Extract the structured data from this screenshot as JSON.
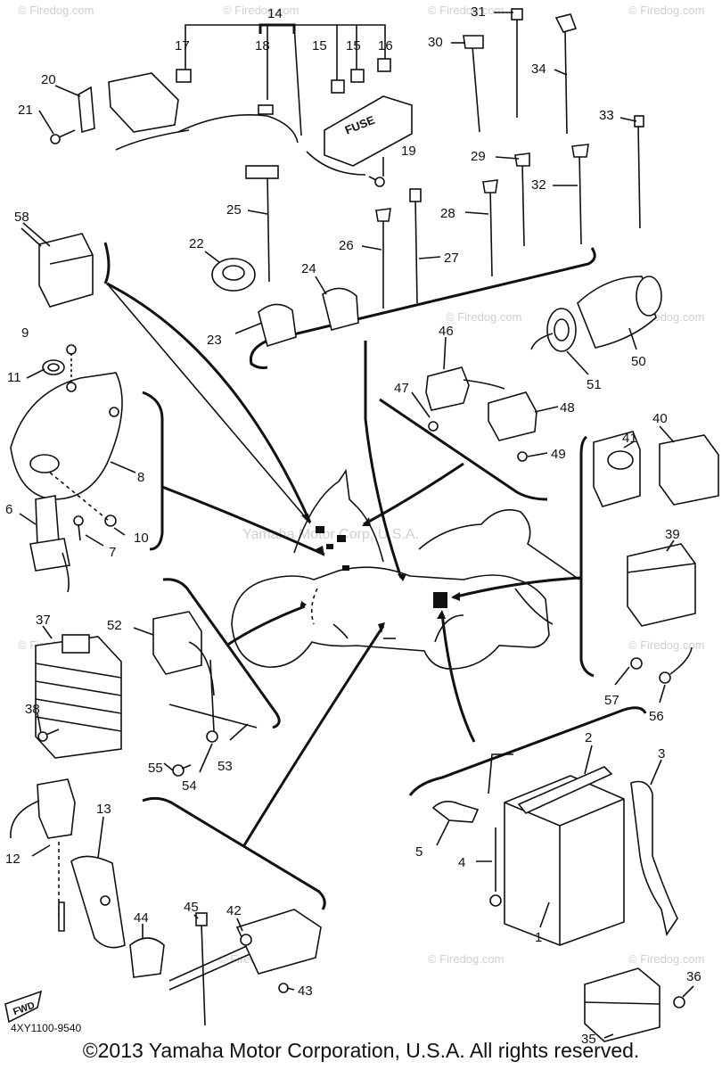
{
  "watermark": "© Firedog.com",
  "center_watermark": "Yamaha Motor Corp, U.S.A.",
  "fuse_label": "FUSE",
  "fwd_label": "FWD",
  "part_code": "4XY1100-9540",
  "copyright": "©2013 Yamaha Motor Corporation, U.S.A. All rights reserved.",
  "callouts": [
    {
      "id": "c1",
      "text": "1"
    },
    {
      "id": "c2",
      "text": "2"
    },
    {
      "id": "c3",
      "text": "3"
    },
    {
      "id": "c4",
      "text": "4"
    },
    {
      "id": "c5",
      "text": "5"
    },
    {
      "id": "c6",
      "text": "6"
    },
    {
      "id": "c7",
      "text": "7"
    },
    {
      "id": "c8",
      "text": "8"
    },
    {
      "id": "c9",
      "text": "9"
    },
    {
      "id": "c10",
      "text": "10"
    },
    {
      "id": "c11",
      "text": "11"
    },
    {
      "id": "c12",
      "text": "12"
    },
    {
      "id": "c13",
      "text": "13"
    },
    {
      "id": "c14",
      "text": "14"
    },
    {
      "id": "c15a",
      "text": "15"
    },
    {
      "id": "c15b",
      "text": "15"
    },
    {
      "id": "c16",
      "text": "16"
    },
    {
      "id": "c17",
      "text": "17"
    },
    {
      "id": "c18",
      "text": "18"
    },
    {
      "id": "c19",
      "text": "19"
    },
    {
      "id": "c20",
      "text": "20"
    },
    {
      "id": "c21",
      "text": "21"
    },
    {
      "id": "c22",
      "text": "22"
    },
    {
      "id": "c23",
      "text": "23"
    },
    {
      "id": "c24",
      "text": "24"
    },
    {
      "id": "c25",
      "text": "25"
    },
    {
      "id": "c26",
      "text": "26"
    },
    {
      "id": "c27",
      "text": "27"
    },
    {
      "id": "c28",
      "text": "28"
    },
    {
      "id": "c29",
      "text": "29"
    },
    {
      "id": "c30",
      "text": "30"
    },
    {
      "id": "c31",
      "text": "31"
    },
    {
      "id": "c32",
      "text": "32"
    },
    {
      "id": "c33",
      "text": "33"
    },
    {
      "id": "c34",
      "text": "34"
    },
    {
      "id": "c35",
      "text": "35"
    },
    {
      "id": "c36",
      "text": "36"
    },
    {
      "id": "c37",
      "text": "37"
    },
    {
      "id": "c38",
      "text": "38"
    },
    {
      "id": "c39",
      "text": "39"
    },
    {
      "id": "c40",
      "text": "40"
    },
    {
      "id": "c41",
      "text": "41"
    },
    {
      "id": "c42",
      "text": "42"
    },
    {
      "id": "c43",
      "text": "43"
    },
    {
      "id": "c44",
      "text": "44"
    },
    {
      "id": "c45",
      "text": "45"
    },
    {
      "id": "c46",
      "text": "46"
    },
    {
      "id": "c47",
      "text": "47"
    },
    {
      "id": "c48",
      "text": "48"
    },
    {
      "id": "c49",
      "text": "49"
    },
    {
      "id": "c50",
      "text": "50"
    },
    {
      "id": "c51",
      "text": "51"
    },
    {
      "id": "c52",
      "text": "52"
    },
    {
      "id": "c53",
      "text": "53"
    },
    {
      "id": "c54",
      "text": "54"
    },
    {
      "id": "c55",
      "text": "55"
    },
    {
      "id": "c56",
      "text": "56"
    },
    {
      "id": "c57",
      "text": "57"
    },
    {
      "id": "c58",
      "text": "58"
    }
  ]
}
